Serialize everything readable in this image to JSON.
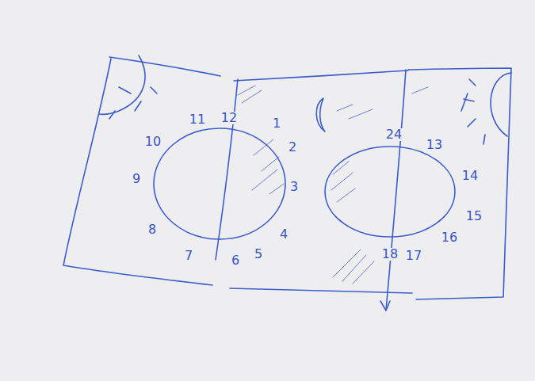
{
  "diagram": {
    "labels": [
      "12",
      "1",
      "2",
      "3",
      "4",
      "5",
      "6",
      "7",
      "8",
      "9",
      "10",
      "11",
      "24",
      "13",
      "14",
      "15",
      "16",
      "18",
      "17"
    ]
  }
}
